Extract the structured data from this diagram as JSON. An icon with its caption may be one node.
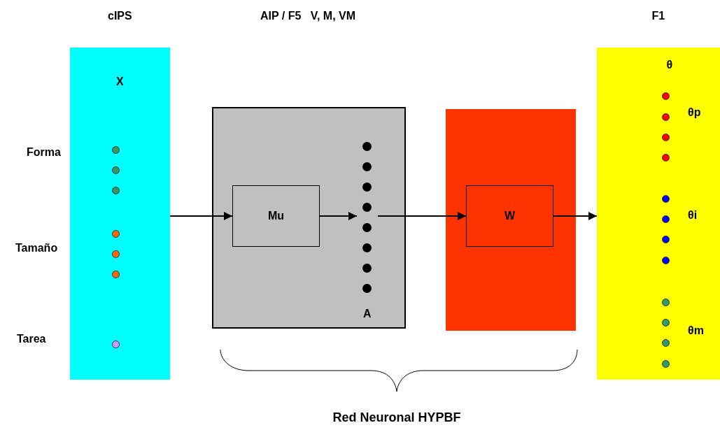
{
  "diagram": {
    "nodes": [
      {
        "text": [
          "cIPS",
          "X"
        ]
      },
      {
        "text": [],
        "shape": "box"
      },
      {
        "text": [
          "Mu"
        ],
        "in": 1
      },
      {
        "text": [
          "A"
        ],
        "in": 1
      },
      {
        "text": [],
        "shape": "box"
      },
      {
        "text": [
          "W"
        ],
        "in": 4
      },
      {
        "text": [
          "F1",
          "θ"
        ]
      }
    ],
    "edges": [
      {
        "from": 0,
        "to": 2,
        "arrow": "to"
      },
      {
        "from": 2,
        "to": 3,
        "arrow": "to"
      },
      {
        "from": 3,
        "to": 5,
        "arrow": "to"
      },
      {
        "from": 5,
        "to": 6,
        "arrow": "to"
      }
    ],
    "labels": [
      "AIP / F5   V, M, VM",
      "Forma",
      "Tamaño",
      "Tarea",
      "θp",
      "θi",
      "θm",
      "Red Neuronal HYPBF"
    ]
  }
}
